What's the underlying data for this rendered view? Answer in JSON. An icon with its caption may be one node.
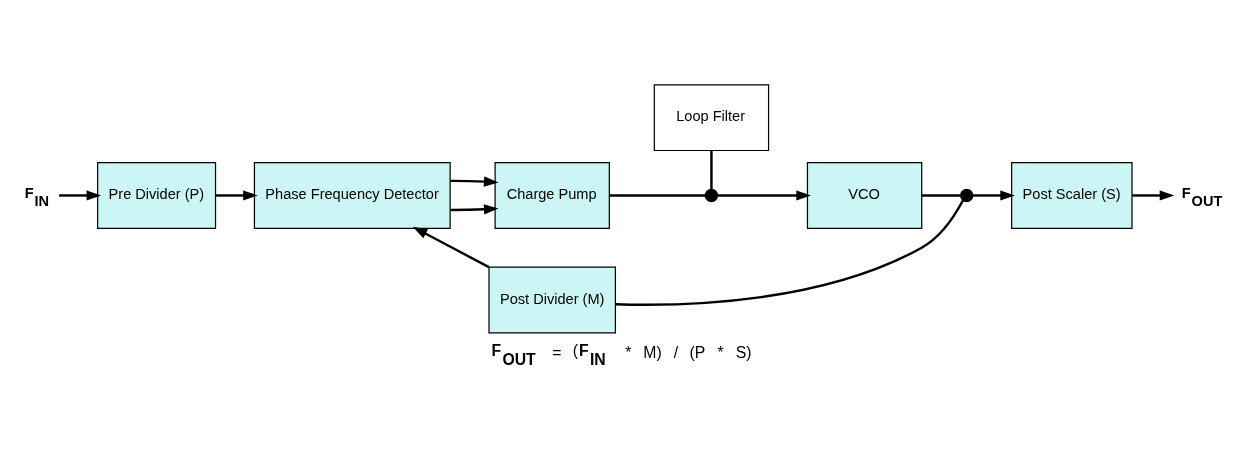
{
  "diagram": {
    "caption": "**F$_{OUT}$** = (**F$_{IN}$** * M) / (P * S)",
    "nodes": [
      {
        "text": [
          "Loop Filter"
        ]
      },
      {
        "text": [
          "F$_{IN}$"
        ]
      },
      {
        "text": [
          "Pre Divider (P)"
        ]
      },
      {
        "text": [
          "Phase Frequency Detector"
        ]
      },
      {
        "text": [
          "Charge Pump"
        ]
      },
      {
        "text": [],
        "shape": "circle"
      },
      {
        "text": [
          "VCO"
        ]
      },
      {
        "text": [],
        "shape": "circle"
      },
      {
        "text": [
          "Post Scaler (S)"
        ]
      },
      {
        "text": [
          "F$_{OUT}$"
        ]
      },
      {
        "text": [
          "Post Divider (M)"
        ]
      }
    ],
    "edges": [
      {
        "from": 1,
        "to": 2,
        "arrow": "to"
      },
      {
        "from": 2,
        "to": 3,
        "arrow": "to"
      },
      {
        "from": 3,
        "to": 4,
        "arrow": "to"
      },
      {
        "from": 3,
        "to": 4,
        "arrow": "to"
      },
      {
        "from": 4,
        "to": 5,
        "arrow": "none"
      },
      {
        "from": 0,
        "to": 5,
        "arrow": "none"
      },
      {
        "from": 5,
        "to": 6,
        "arrow": "to"
      },
      {
        "from": 6,
        "to": 7,
        "arrow": "none"
      },
      {
        "from": 7,
        "to": 8,
        "arrow": "to"
      },
      {
        "from": 8,
        "to": 9,
        "arrow": "to"
      },
      {
        "from": 7,
        "to": 10,
        "arrow": "none"
      },
      {
        "from": 10,
        "to": 3,
        "arrow": "to"
      }
    ]
  }
}
